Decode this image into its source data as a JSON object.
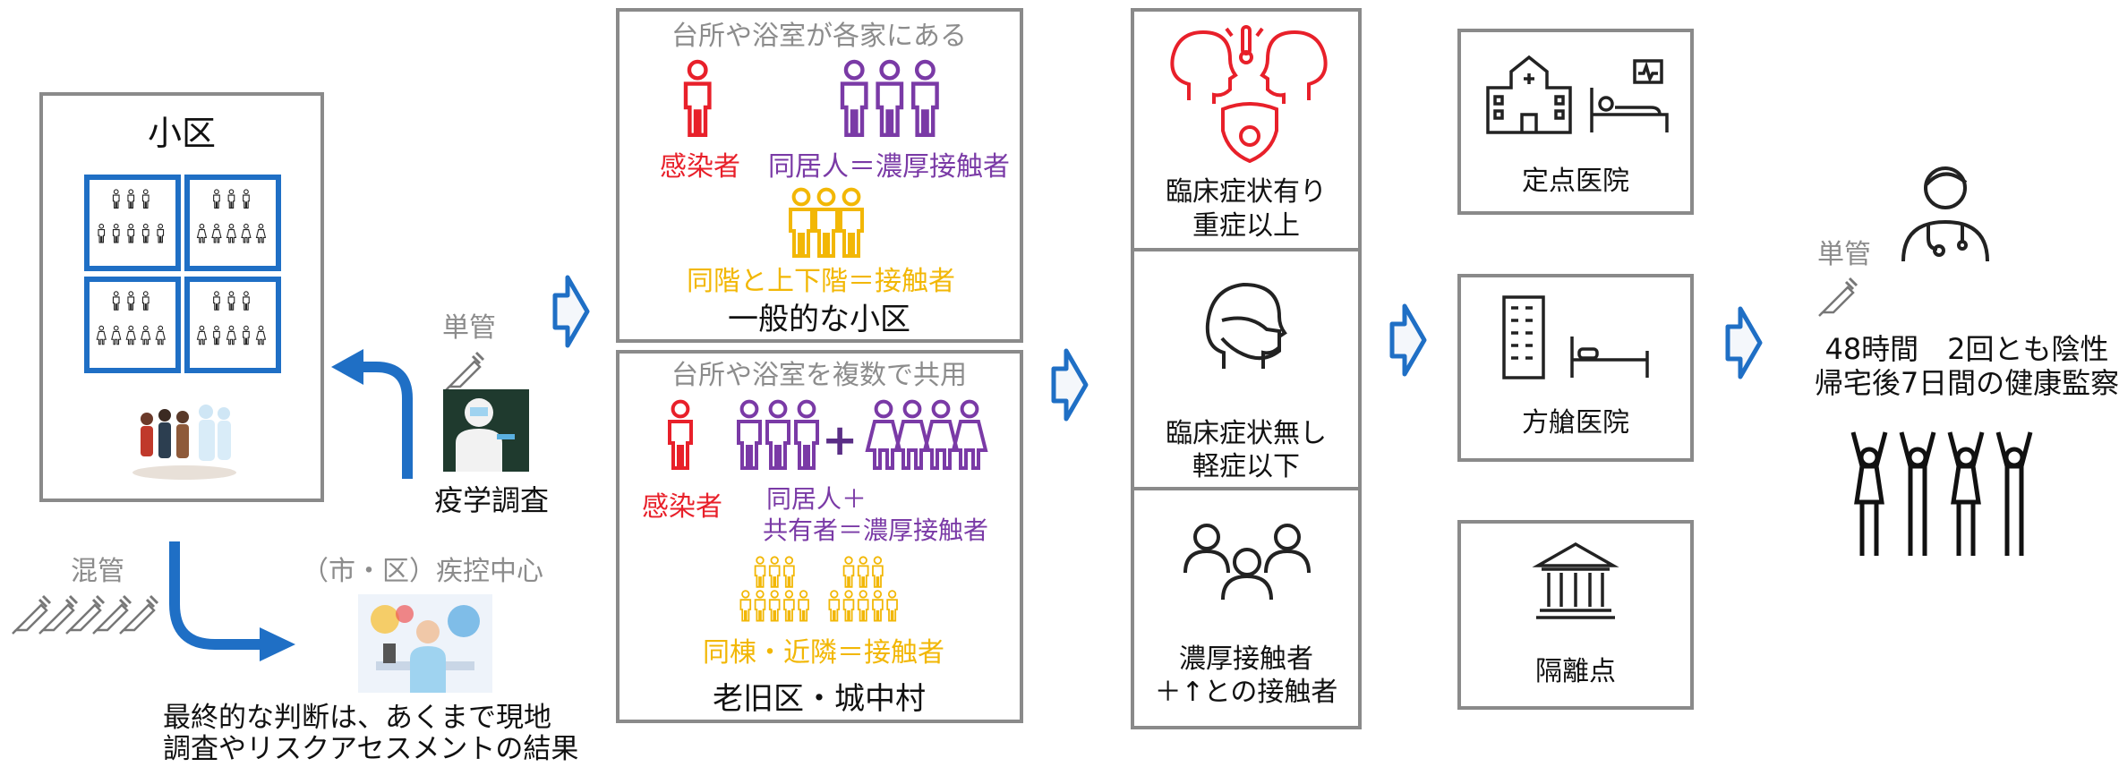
{
  "compound": {
    "title": "小区",
    "mixed_label": "混管",
    "single_label": "単管",
    "epi_label": "疫学調査",
    "cdc_label": "（市・区）疾控中心",
    "final_note_line1": "最終的な判断は、あくまで現地",
    "final_note_line2": "調査やリスクアセスメントの結果"
  },
  "general": {
    "header": "台所や浴室が各家にある",
    "infected": "感染者",
    "close": "同居人＝濃厚接触者",
    "contact": "同階と上下階＝接触者",
    "title": "一般的な小区"
  },
  "old": {
    "header": "台所や浴室を複数で共用",
    "infected": "感染者",
    "close_line1": "同居人＋",
    "close_line2": "共有者＝濃厚接触者",
    "contact": "同棟・近隣＝接触者",
    "title": "老旧区・城中村"
  },
  "symptoms": {
    "severe_line1": "臨床症状有り",
    "severe_line2": "重症以上",
    "mild_line1": "臨床症状無し",
    "mild_line2": "軽症以下",
    "contacts_line1": "濃厚接触者",
    "contacts_line2": "＋↑との接触者"
  },
  "facilities": {
    "designated": "定点医院",
    "fangcang": "方艙医院",
    "isolation": "隔離点"
  },
  "result": {
    "single_label": "単管",
    "line1": "48時間　2回とも陰性",
    "line2": "帰宅後7日間の健康監察"
  },
  "colors": {
    "red": "#e8202a",
    "purple": "#7a3aa6",
    "yellow": "#f2b705",
    "blue": "#1f6fc5",
    "box_border": "#8a8a8a"
  }
}
